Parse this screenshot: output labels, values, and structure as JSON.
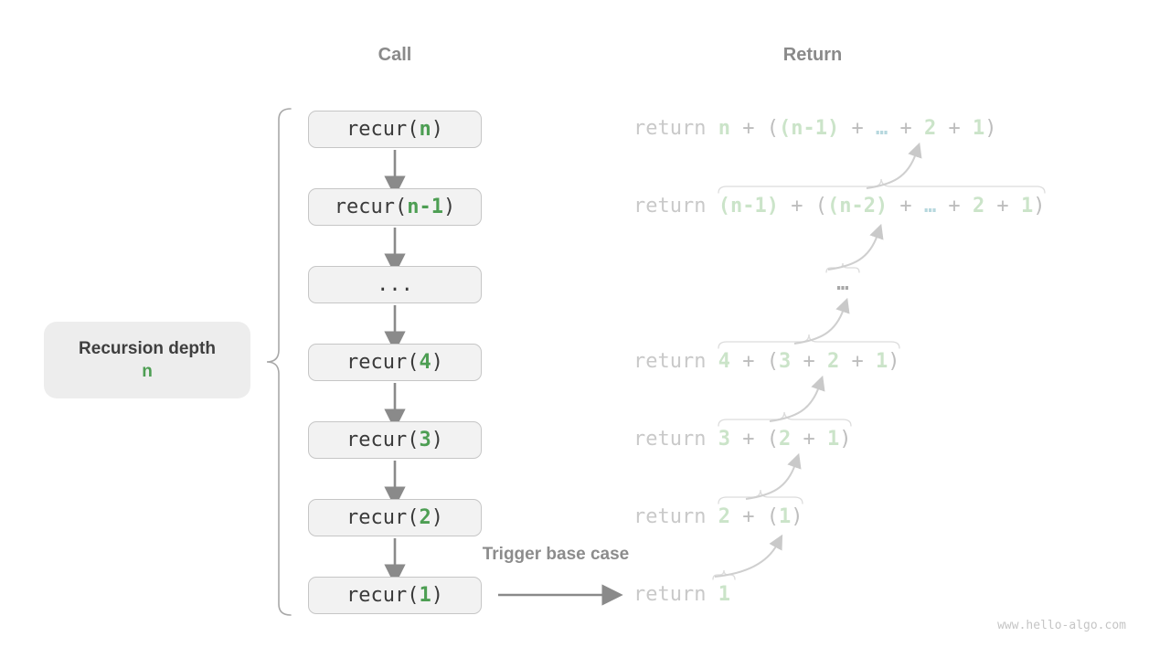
{
  "headers": {
    "call": "Call",
    "return": "Return"
  },
  "colors": {
    "accent_green": "#4d9e53",
    "faded_green": "#cbe4c9",
    "faded_blue_ellipsis": "#b7d8de",
    "arrow_gray": "#8a8a8a",
    "box_background": "#f2f2f2",
    "box_border": "#c6c6c6"
  },
  "depth_label": {
    "text": "Recursion depth",
    "value": "n"
  },
  "trigger_label": "Trigger base case",
  "watermark": "www.hello-algo.com",
  "call_stack": [
    {
      "tokens": [
        {
          "t": "recur(",
          "c": "fn"
        },
        {
          "t": "n",
          "c": "arg"
        },
        {
          "t": ")",
          "c": "fn"
        }
      ]
    },
    {
      "tokens": [
        {
          "t": "recur(",
          "c": "fn"
        },
        {
          "t": "n-1",
          "c": "arg"
        },
        {
          "t": ")",
          "c": "fn"
        }
      ]
    },
    {
      "tokens": [
        {
          "t": "...",
          "c": "fn"
        }
      ]
    },
    {
      "tokens": [
        {
          "t": "recur(",
          "c": "fn"
        },
        {
          "t": "4",
          "c": "arg"
        },
        {
          "t": ")",
          "c": "fn"
        }
      ]
    },
    {
      "tokens": [
        {
          "t": "recur(",
          "c": "fn"
        },
        {
          "t": "3",
          "c": "arg"
        },
        {
          "t": ")",
          "c": "fn"
        }
      ]
    },
    {
      "tokens": [
        {
          "t": "recur(",
          "c": "fn"
        },
        {
          "t": "2",
          "c": "arg"
        },
        {
          "t": ")",
          "c": "fn"
        }
      ]
    },
    {
      "tokens": [
        {
          "t": "recur(",
          "c": "fn"
        },
        {
          "t": "1",
          "c": "arg"
        },
        {
          "t": ")",
          "c": "fn"
        }
      ]
    }
  ],
  "returns": [
    {
      "tokens": [
        {
          "t": "return ",
          "c": "kw"
        },
        {
          "t": "n",
          "c": "val"
        },
        {
          "t": " + ",
          "c": "op"
        },
        {
          "t": "(",
          "c": "op"
        },
        {
          "t": "(n-1)",
          "c": "val"
        },
        {
          "t": " + ",
          "c": "op"
        },
        {
          "t": "…",
          "c": "ell"
        },
        {
          "t": " + ",
          "c": "op"
        },
        {
          "t": "2",
          "c": "val"
        },
        {
          "t": " + ",
          "c": "op"
        },
        {
          "t": "1",
          "c": "val"
        },
        {
          "t": ")",
          "c": "op"
        }
      ]
    },
    {
      "tokens": [
        {
          "t": "return ",
          "c": "kw"
        },
        {
          "t": "(n-1)",
          "c": "val"
        },
        {
          "t": " + ",
          "c": "op"
        },
        {
          "t": "(",
          "c": "op"
        },
        {
          "t": "(n-2)",
          "c": "val"
        },
        {
          "t": " + ",
          "c": "op"
        },
        {
          "t": "…",
          "c": "ell"
        },
        {
          "t": " + ",
          "c": "op"
        },
        {
          "t": "2",
          "c": "val"
        },
        {
          "t": " + ",
          "c": "op"
        },
        {
          "t": "1",
          "c": "val"
        },
        {
          "t": ")",
          "c": "op"
        }
      ]
    },
    {
      "tokens": [
        {
          "t": "…",
          "c": "dots"
        }
      ]
    },
    {
      "tokens": [
        {
          "t": "return ",
          "c": "kw"
        },
        {
          "t": "4",
          "c": "val"
        },
        {
          "t": " + ",
          "c": "op"
        },
        {
          "t": "(",
          "c": "op"
        },
        {
          "t": "3",
          "c": "val"
        },
        {
          "t": " + ",
          "c": "op"
        },
        {
          "t": "2",
          "c": "val"
        },
        {
          "t": " + ",
          "c": "op"
        },
        {
          "t": "1",
          "c": "val"
        },
        {
          "t": ")",
          "c": "op"
        }
      ]
    },
    {
      "tokens": [
        {
          "t": "return ",
          "c": "kw"
        },
        {
          "t": "3",
          "c": "val"
        },
        {
          "t": " + ",
          "c": "op"
        },
        {
          "t": "(",
          "c": "op"
        },
        {
          "t": "2",
          "c": "val"
        },
        {
          "t": " + ",
          "c": "op"
        },
        {
          "t": "1",
          "c": "val"
        },
        {
          "t": ")",
          "c": "op"
        }
      ]
    },
    {
      "tokens": [
        {
          "t": "return ",
          "c": "kw"
        },
        {
          "t": "2",
          "c": "val"
        },
        {
          "t": " + ",
          "c": "op"
        },
        {
          "t": "(",
          "c": "op"
        },
        {
          "t": "1",
          "c": "val"
        },
        {
          "t": ")",
          "c": "op"
        }
      ]
    },
    {
      "tokens": [
        {
          "t": "return ",
          "c": "kw"
        },
        {
          "t": "1",
          "c": "val"
        }
      ]
    }
  ]
}
